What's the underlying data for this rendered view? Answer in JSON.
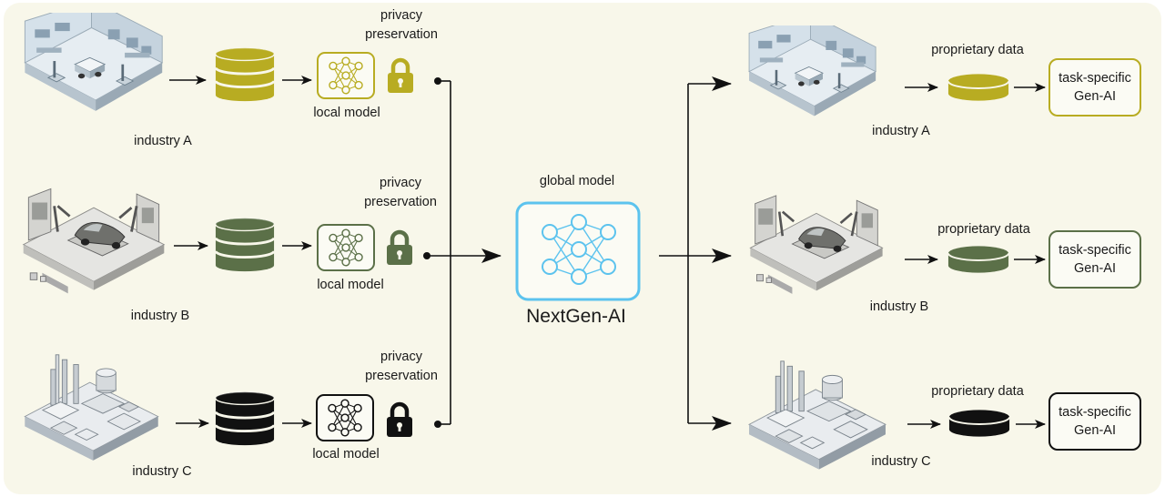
{
  "colors": {
    "background": "#f8f7ea",
    "industry_a": "#b8ac22",
    "industry_b": "#5b7048",
    "industry_c": "#111111",
    "global": "#5cc3ee",
    "arrow": "#111111"
  },
  "left": {
    "industries": [
      {
        "label": "industry A",
        "model_label": "local model",
        "privacy_line1": "privacy",
        "privacy_line2": "preservation"
      },
      {
        "label": "industry B",
        "model_label": "local model",
        "privacy_line1": "privacy",
        "privacy_line2": "preservation"
      },
      {
        "label": "industry C",
        "model_label": "local model",
        "privacy_line1": "privacy",
        "privacy_line2": "preservation"
      }
    ]
  },
  "center": {
    "title": "global model",
    "name": "NextGen-AI"
  },
  "right": {
    "industries": [
      {
        "label": "industry A",
        "data_label": "proprietary data",
        "box_line1": "task-specific",
        "box_line2": "Gen-AI"
      },
      {
        "label": "industry B",
        "data_label": "proprietary data",
        "box_line1": "task-specific",
        "box_line2": "Gen-AI"
      },
      {
        "label": "industry C",
        "data_label": "proprietary data",
        "box_line1": "task-specific",
        "box_line2": "Gen-AI"
      }
    ]
  },
  "icons": [
    "factory-icon",
    "automotive-plant-icon",
    "industrial-city-icon",
    "database-icon",
    "neural-network-icon",
    "lock-icon",
    "arrow-icon"
  ]
}
